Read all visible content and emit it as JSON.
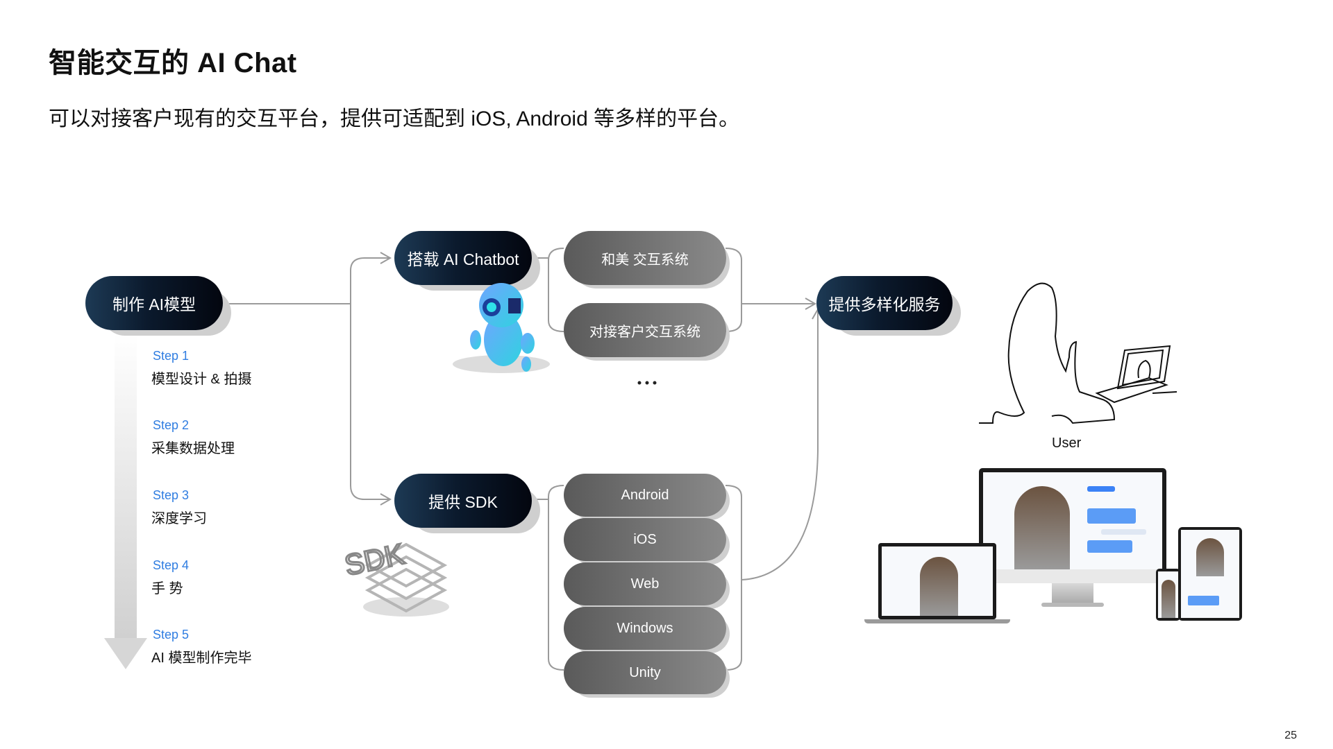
{
  "header": {
    "title": "智能交互的 AI Chat",
    "subtitle": "可以对接客户现有的交互平台，提供可适配到 iOS, Android 等多样的平台。"
  },
  "flow": {
    "start_node": "制作 AI模型",
    "steps": [
      {
        "label": "Step 1",
        "text": "模型设计 & 拍摄"
      },
      {
        "label": "Step 2",
        "text": "采集数据处理"
      },
      {
        "label": "Step 3",
        "text": "深度学习"
      },
      {
        "label": "Step 4",
        "text": "手 势"
      },
      {
        "label": "Step 5",
        "text": "AI 模型制作完毕"
      }
    ],
    "chatbot_node": "搭载 AI Chatbot",
    "chatbot_targets": [
      "和美 交互系统",
      "对接客户交互系统"
    ],
    "chatbot_more": "...",
    "sdk_node": "提供 SDK",
    "sdk_icon_text": "SDK",
    "sdk_platforms": [
      "Android",
      "iOS",
      "Web",
      "Windows",
      "Unity"
    ],
    "service_node": "提供多样化服务",
    "user_label": "User"
  },
  "colors": {
    "accent_step": "#2f7de1",
    "dark_pill": "#0b1a2d",
    "gray_pill": "#6e6e6e"
  },
  "page_number": "25"
}
